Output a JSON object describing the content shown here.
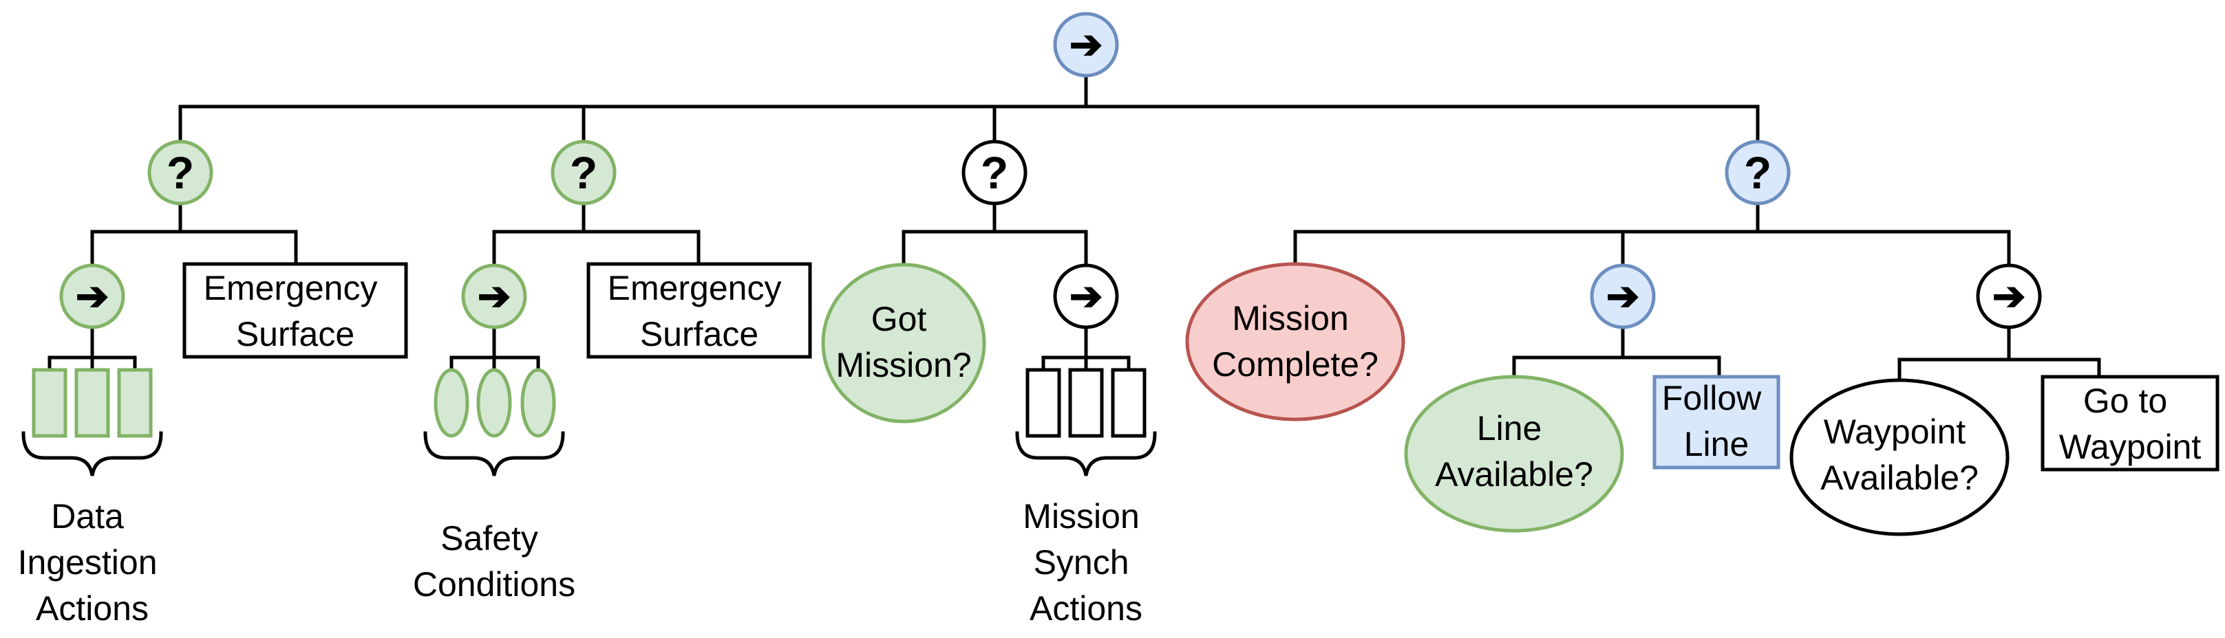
{
  "colors": {
    "green_fill": "#d5e8d4",
    "green_stroke": "#82b366",
    "blue_fill": "#dae8fc",
    "blue_stroke": "#6c8ebf",
    "red_fill": "#f8cecc",
    "red_stroke": "#b85450",
    "white_fill": "#ffffff",
    "black_stroke": "#000000"
  },
  "symbols": {
    "sequence": "➔",
    "fallback": "?"
  },
  "nodes": {
    "root": {
      "type": "sequence"
    },
    "fb1": {
      "type": "fallback"
    },
    "fb2": {
      "type": "fallback"
    },
    "fb3": {
      "type": "fallback"
    },
    "fb4": {
      "type": "fallback"
    },
    "seq1": {
      "type": "sequence"
    },
    "seq2": {
      "type": "sequence"
    },
    "seq3": {
      "type": "sequence"
    },
    "seq4": {
      "type": "sequence"
    },
    "seq5": {
      "type": "sequence"
    },
    "emergency1": {
      "lines": [
        "Emergency",
        "Surface"
      ]
    },
    "emergency2": {
      "lines": [
        "Emergency",
        "Surface"
      ]
    },
    "got_mission": {
      "lines": [
        "Got",
        "Mission?"
      ]
    },
    "mission_complete": {
      "lines": [
        "Mission",
        "Complete?"
      ]
    },
    "line_available": {
      "lines": [
        "Line",
        "Available?"
      ]
    },
    "follow_line": {
      "lines": [
        "Follow",
        "Line"
      ]
    },
    "waypoint_available": {
      "lines": [
        "Waypoint",
        "Available?"
      ]
    },
    "go_to_waypoint": {
      "lines": [
        "Go to",
        "Waypoint"
      ]
    }
  },
  "group_labels": {
    "data_ingestion": [
      "Data",
      "Ingestion",
      "Actions"
    ],
    "safety_conditions": [
      "Safety",
      "Conditions"
    ],
    "mission_synch": [
      "Mission",
      "Synch",
      "Actions"
    ]
  }
}
